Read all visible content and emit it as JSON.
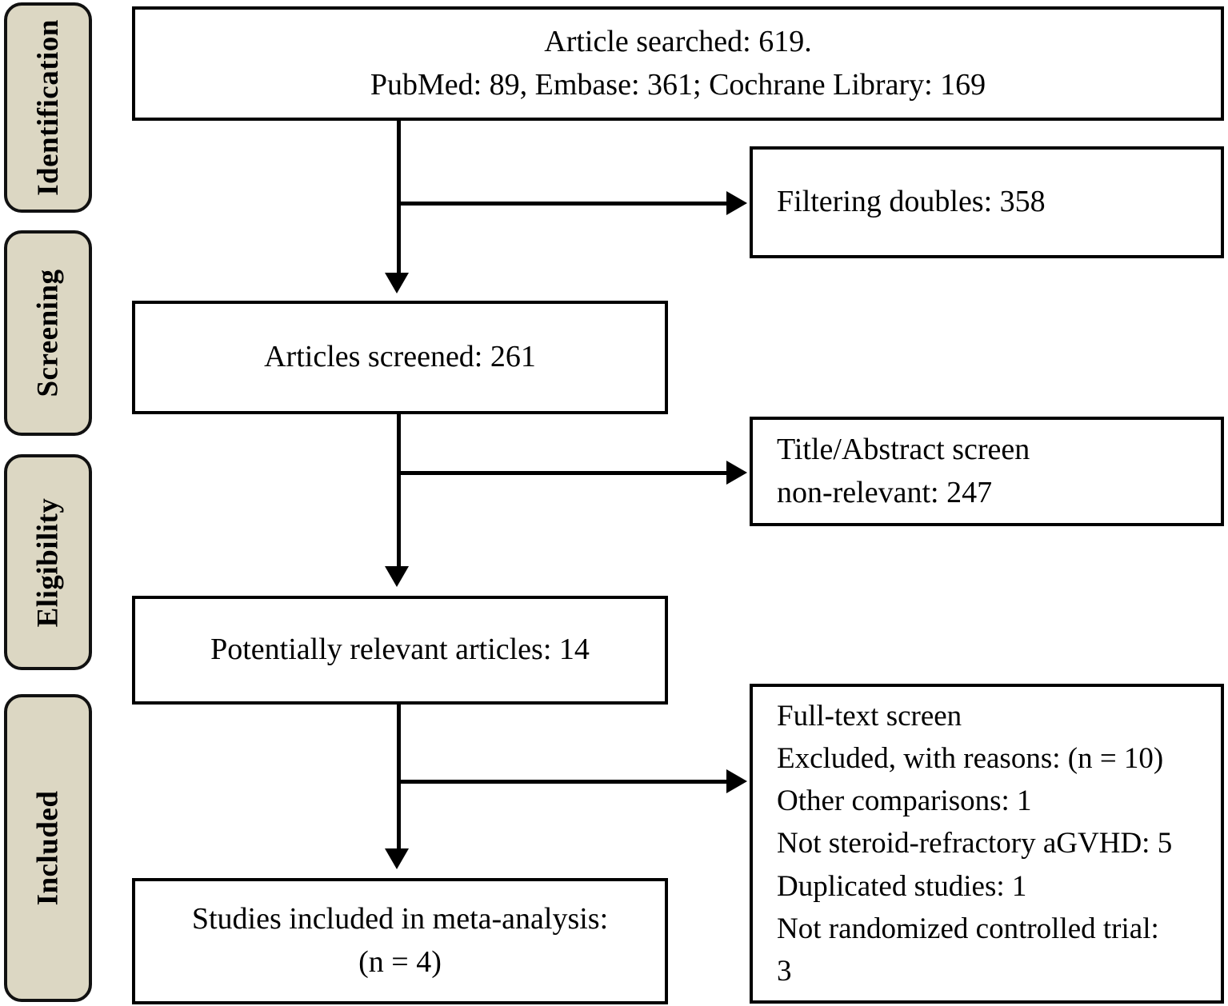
{
  "diagram": {
    "title": "PRISMA study selection flow diagram",
    "accent_color": "#dcd7c3",
    "line_color": "#000000",
    "box_fill": "#ffffff"
  },
  "stages": [
    {
      "id": "identification",
      "label": "Identification"
    },
    {
      "id": "screening",
      "label": "Screening"
    },
    {
      "id": "eligibility",
      "label": "Eligibility"
    },
    {
      "id": "included",
      "label": "Included"
    }
  ],
  "boxes": {
    "records_identified": {
      "line1": "Article searched: 619.",
      "line2": "PubMed: 89, Embase: 361; Cochrane Library: 169"
    },
    "duplicates_removed": {
      "line1": "Filtering doubles: 358"
    },
    "articles_screened": {
      "line1": "Articles screened: 261"
    },
    "title_abstract_excluded": {
      "line1": "Title/Abstract screen",
      "line2": "non-relevant: 247"
    },
    "potentially_relevant": {
      "line1": "Potentially relevant articles: 14"
    },
    "fulltext_excluded": {
      "line1": "Full-text screen",
      "line2": "Excluded, with reasons: (n = 10)",
      "line3": "Other comparisons: 1",
      "line4": "Not steroid-refractory aGVHD: 5",
      "line5": "Duplicated studies: 1",
      "line6": "Not randomized controlled trial:",
      "line7": "3"
    },
    "studies_included": {
      "line1": "Studies included in meta-analysis:",
      "line2": "(n = 4)"
    }
  }
}
